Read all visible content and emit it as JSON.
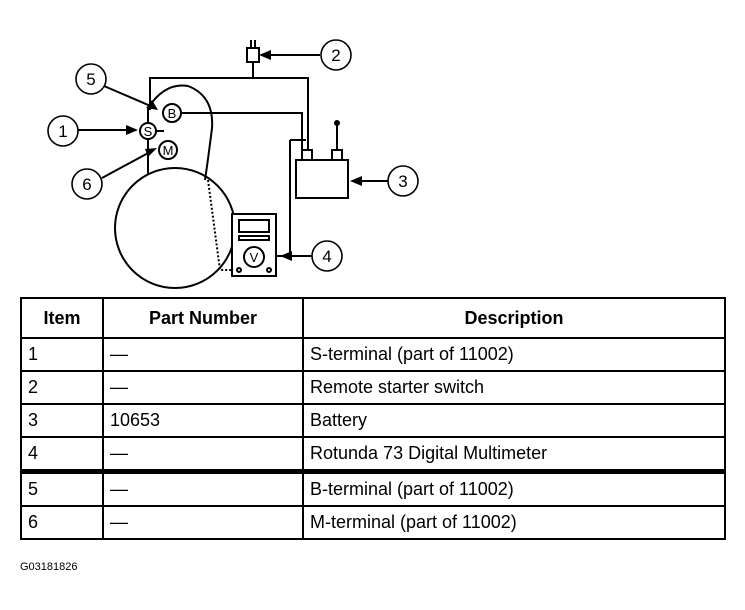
{
  "diagram": {
    "callouts": [
      "1",
      "2",
      "3",
      "4",
      "5",
      "6"
    ],
    "terminals": {
      "b": "B",
      "s": "S",
      "m": "M"
    }
  },
  "table": {
    "headers": [
      "Item",
      "Part Number",
      "Description"
    ],
    "rows": [
      [
        "1",
        "—",
        "S-terminal (part of 11002)"
      ],
      [
        "2",
        "—",
        "Remote starter switch"
      ],
      [
        "3",
        "10653",
        "Battery"
      ],
      [
        "4",
        "—",
        "Rotunda 73 Digital Multimeter"
      ],
      [
        "5",
        "—",
        "B-terminal (part of 11002)"
      ],
      [
        "6",
        "—",
        "M-terminal (part of 11002)"
      ]
    ]
  },
  "figure_id": "G03181826"
}
